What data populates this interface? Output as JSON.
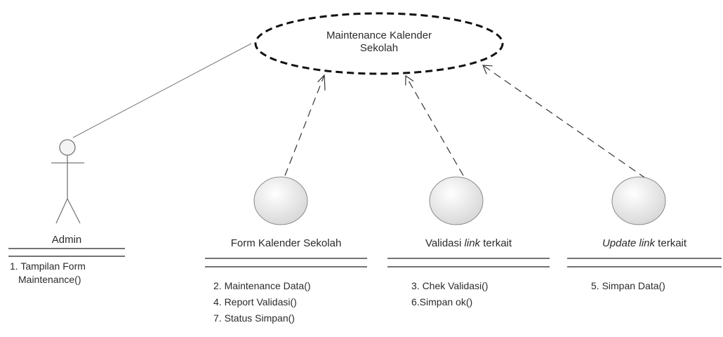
{
  "usecase": {
    "title_line1": "Maintenance Kalender",
    "title_line2": "Sekolah"
  },
  "actor": {
    "name": "Admin",
    "ops": [
      "1. Tampilan Form",
      "Maintenance()"
    ]
  },
  "classes": [
    {
      "name": "Form Kalender Sekolah",
      "ops": [
        "2. Maintenance Data()",
        "4. Report Validasi()",
        "7. Status Simpan()"
      ]
    },
    {
      "name_pre": "Validasi ",
      "name_italic": "link",
      "name_post": " terkait",
      "ops": [
        "3. Chek Validasi()",
        "6.Simpan ok()"
      ]
    },
    {
      "name_italic": "Update link",
      "name_post": " terkait",
      "ops": [
        "5. Simpan Data()"
      ]
    }
  ]
}
